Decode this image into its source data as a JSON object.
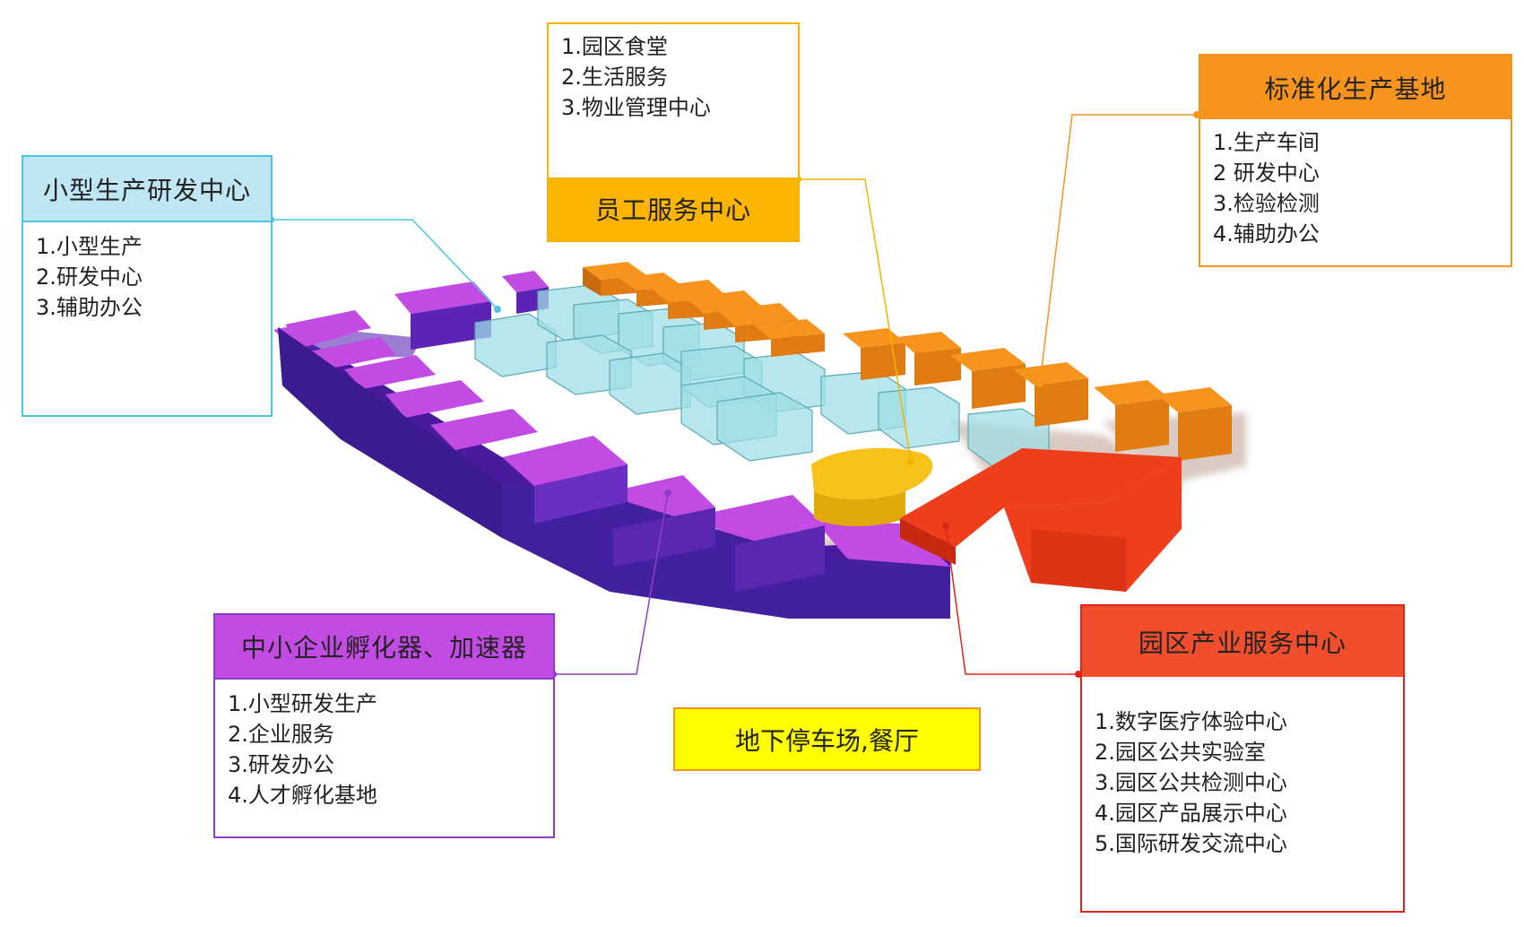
{
  "zones": {
    "small_rd": {
      "title": "小型生产研发中心",
      "items": [
        "1.小型生产",
        "2.研发中心",
        "3.辅助办公"
      ],
      "color": "#bfe6f3",
      "line": "#4ec3e6"
    },
    "staff_service": {
      "title": "员工服务中心",
      "items": [
        "1.园区食堂",
        "2.生活服务",
        "3.物业管理中心"
      ],
      "color": "#fbb400",
      "line": "#f3b400"
    },
    "standard_production": {
      "title": "标准化生产基地",
      "items": [
        "1.生产车间",
        "2 研发中心",
        "3.检验检测",
        "4.辅助办公"
      ],
      "color": "#f7941d",
      "line": "#f7941d"
    },
    "sme_incubator": {
      "title": "中小企业孵化器、加速器",
      "items": [
        "1.小型研发生产",
        "2.企业服务",
        "3.研发办公",
        "4.人才孵化基地"
      ],
      "color": "#c24be3",
      "line": "#8a3fc9"
    },
    "industry_service": {
      "title": "园区产业服务中心",
      "items": [
        "1.数字医疗体验中心",
        "2.园区公共实验室",
        "3.园区公共检测中心",
        "4.园区产品展示中心",
        "5.国际研发交流中心"
      ],
      "color": "#f04e2c",
      "line": "#e02418"
    },
    "parking": {
      "title": "地下停车场,餐厅",
      "color": "#ffff00",
      "line": "#f7941d"
    }
  },
  "colors": {
    "purple_top": "#c24be3",
    "purple_side": "#4a1a9e",
    "cyan_glass": "#9fdde6",
    "orange_block": "#f08a1a",
    "red_block": "#ef3e1c",
    "yellow_block": "#f7c21a",
    "shadow": "#cdb8ab"
  }
}
